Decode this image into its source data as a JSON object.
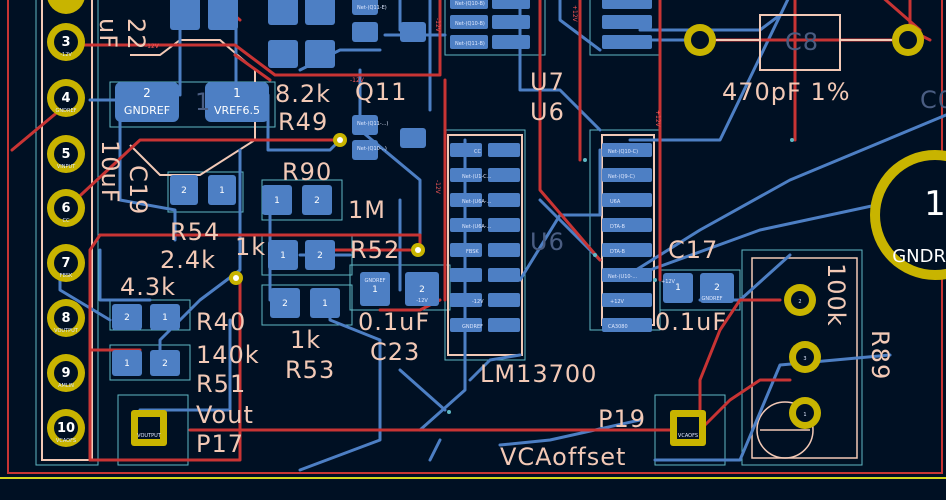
{
  "colors": {
    "background": "#001023",
    "copper_front": "#c83434",
    "copper_back": "#4d7fc4",
    "pad_smd": "#4d7fc4",
    "pad_tht": "#c8b400",
    "silkscreen": "#f2c9b6",
    "courtyard": "#5fb8c4",
    "edge": "#d4d41e"
  },
  "connector": {
    "pins": [
      {
        "num": "3",
        "label": "-12V"
      },
      {
        "num": "4",
        "label": "GNDREF"
      },
      {
        "num": "5",
        "label": "VINPUT"
      },
      {
        "num": "6",
        "label": "CC"
      },
      {
        "num": "7",
        "label": "FBSK"
      },
      {
        "num": "8",
        "label": "VOUTPUT"
      },
      {
        "num": "9",
        "label": "AMLIN"
      },
      {
        "num": "10",
        "label": "VCAOFS"
      }
    ]
  },
  "silkscreen": {
    "c22": "22",
    "uf": "uF",
    "c19": "C19",
    "tenuf": "10uF",
    "r49_val": "8.2k",
    "r49": "R49",
    "r90": "R90",
    "r54": "R54",
    "one_k_a": "1k",
    "two_4k": "2.4k",
    "r52": "R52",
    "one_m": "1M",
    "four_3k": "4.3k",
    "r40": "R40",
    "one40k": "140k",
    "r51": "R51",
    "one_k_b": "1k",
    "r53": "R53",
    "c23_val": "0.1uF",
    "c23": "C23",
    "vout": "Vout",
    "p17": "P17",
    "lm13700": "LM13700",
    "u7": "U7",
    "u6_top": "U6",
    "u6_mid": "U6",
    "c8": "C8",
    "c8_val": "470pF 1%",
    "c17": "C17",
    "c17_val": "0.1uF",
    "c_partial": "C0",
    "hundred_k": "100k",
    "r89": "R89",
    "p19": "P19",
    "vcaoffset": "VCAoffset",
    "q11": "Q11",
    "gndref_big": "GNDREF",
    "one_big": "1",
    "one_circle": "1"
  },
  "pads": {
    "gndref_pad": "GNDREF",
    "vref_pad": "VREF6.5",
    "pad_num_2": "2",
    "pad_num_1": "1",
    "voutput_pad": "VOUTPUT",
    "vcaofs_pad": "VCAOFS",
    "c23_gnd": "GNDREF",
    "c23_12v": "-12V",
    "c17_12v": "+12V",
    "c17_gnd": "GNDREF",
    "r89_pin2": "2",
    "r89_pin3": "3",
    "r89_pin1": "1"
  },
  "traces": {
    "minus12_a": "-12V",
    "minus12_b": "-12V",
    "minus12_c": "-12V",
    "minus12_d": "-12V",
    "plus12_a": "+12V",
    "plus12_b": "+12V"
  },
  "ic_left_pins": [
    "CC",
    "Net-(U1-C...",
    "Net-(U6A-...",
    "Net-(U6A-...",
    "FBSK",
    "-12V",
    "GNDREF",
    ""
  ],
  "ic_right_pins": [
    "Net-(Q10-C)",
    "Net-(Q9-C)",
    "U6A",
    "DTA-B",
    "DTA-B",
    "Net-(U10-...",
    "+12V",
    "CA3080"
  ],
  "q_block": [
    "Net-(Q10-B)",
    "Net-(Q10-B)",
    "Net-(Q11-B)",
    "Net-(Q11-E)",
    "Net-(Q11-...)",
    "Net-(Q10-..)"
  ]
}
